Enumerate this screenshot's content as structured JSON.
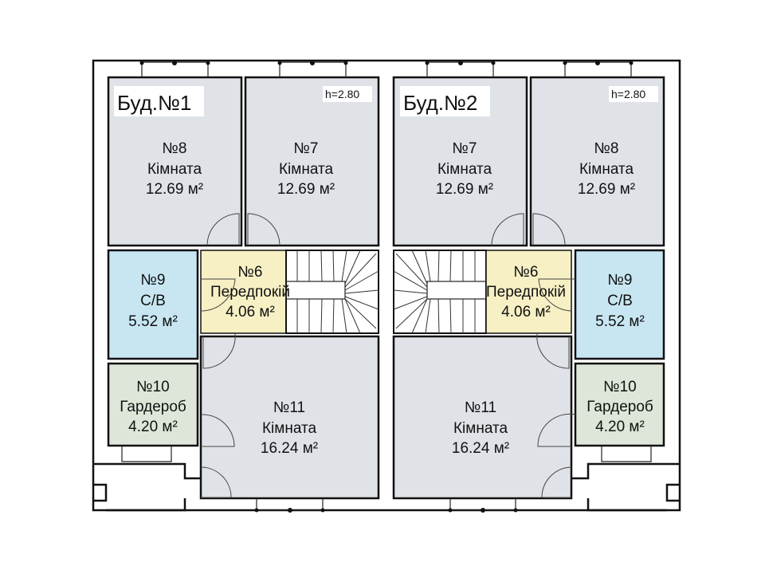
{
  "colors": {
    "room": "#dfe3e8",
    "bathroom": "#c8e6f2",
    "hallway": "#f6f0c4",
    "wardrobe": "#dde6d8",
    "wall": "#111111"
  },
  "buildings": [
    {
      "label": "Буд.№1",
      "height": "h=2.80",
      "rooms": {
        "r8": {
          "num": "№8",
          "name": "Кімната",
          "area": "12.69 м²"
        },
        "r7": {
          "num": "№7",
          "name": "Кімната",
          "area": "12.69 м²"
        },
        "r9": {
          "num": "№9",
          "name": "С/В",
          "area": "5.52 м²"
        },
        "r6": {
          "num": "№6",
          "name": "Передпокій",
          "area": "4.06 м²"
        },
        "r10": {
          "num": "№10",
          "name": "Гардероб",
          "area": "4.20 м²"
        },
        "r11": {
          "num": "№11",
          "name": "Кімната",
          "area": "16.24 м²"
        }
      }
    },
    {
      "label": "Буд.№2",
      "height": "h=2.80",
      "rooms": {
        "r7": {
          "num": "№7",
          "name": "Кімната",
          "area": "12.69 м²"
        },
        "r8": {
          "num": "№8",
          "name": "Кімната",
          "area": "12.69 м²"
        },
        "r6": {
          "num": "№6",
          "name": "Передпокій",
          "area": "4.06 м²"
        },
        "r9": {
          "num": "№9",
          "name": "С/В",
          "area": "5.52 м²"
        },
        "r10": {
          "num": "№10",
          "name": "Гардероб",
          "area": "4.20 м²"
        },
        "r11": {
          "num": "№11",
          "name": "Кімната",
          "area": "16.24 м²"
        }
      }
    }
  ]
}
